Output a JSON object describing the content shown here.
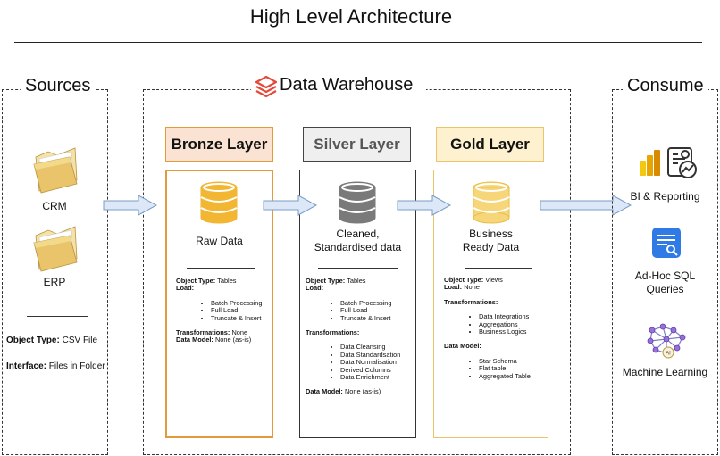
{
  "title": "High Level Architecture",
  "sources": {
    "title": "Sources",
    "items": [
      "CRM",
      "ERP"
    ],
    "object_type_label": "Object Type:",
    "object_type_value": "CSV File",
    "interface_label": "Interface:",
    "interface_value": "Files in Folder"
  },
  "warehouse": {
    "title": "Data Warehouse",
    "bronze": {
      "header": "Bronze Layer",
      "label": "Raw Data",
      "object_type_label": "Object Type:",
      "object_type_value": "Tables",
      "load_label": "Load:",
      "load_items": [
        "Batch Processing",
        "Full Load",
        "Truncate & Insert"
      ],
      "transformations_label": "Transformations:",
      "transformations_value": "None",
      "data_model_label": "Data Model:",
      "data_model_value": "None (as-is)"
    },
    "silver": {
      "header": "Silver Layer",
      "label_line1": "Cleaned,",
      "label_line2": "Standardised data",
      "object_type_label": "Object Type:",
      "object_type_value": "Tables",
      "load_label": "Load:",
      "load_items": [
        "Batch Processing",
        "Full Load",
        "Truncate & Insert"
      ],
      "transformations_label": "Transformations:",
      "transformation_items": [
        "Data Cleansing",
        "Data Standardsation",
        "Data Normalisation",
        "Derived Columns",
        "Data Enrichment"
      ],
      "data_model_label": "Data Model:",
      "data_model_value": "None (as-is)"
    },
    "gold": {
      "header": "Gold Layer",
      "label_line1": "Business",
      "label_line2": "Ready Data",
      "object_type_label": "Object Type:",
      "object_type_value": "Views",
      "load_label": "Load:",
      "load_value": "None",
      "transformations_label": "Transformations:",
      "transformation_items": [
        "Data Integrations",
        "Aggregations",
        "Business Logics"
      ],
      "data_model_label": "Data Model:",
      "data_model_items": [
        "Star Schema",
        "Flat table",
        "Aggregated Table"
      ]
    }
  },
  "consume": {
    "title": "Consume",
    "bi": "BI & Reporting",
    "adhoc_line1": "Ad-Hoc SQL",
    "adhoc_line2": "Queries",
    "ml": "Machine Learning",
    "ai_badge": "AI"
  },
  "colors": {
    "bronze_fill": "#fbe3d3",
    "bronze_border": "#e39a3a",
    "silver_fill": "#efefef",
    "silver_border": "#444444",
    "gold_fill": "#fdf1cf",
    "gold_border": "#e9c46a",
    "arrow_fill": "#dce8f7",
    "arrow_stroke": "#7a9cc6",
    "folder": "#e9c46a",
    "db_bronze": "#f2b632",
    "db_silver": "#7a7a7a",
    "db_gold": "#f7d67a"
  }
}
